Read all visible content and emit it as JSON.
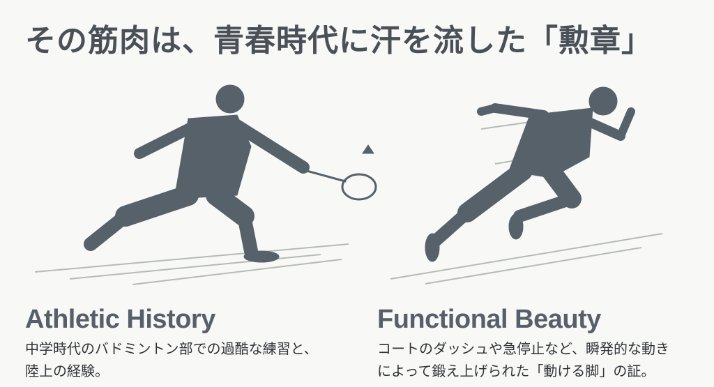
{
  "title": "その筋肉は、青春時代に汗を流した「勲章」",
  "colors": {
    "silhouette": "#56616a",
    "speedlines": "#8a9488",
    "background": "#f8f8f6"
  },
  "panels": [
    {
      "heading": "Athletic History",
      "desc_line1": "中学時代のバドミントン部での過酷な練習と、",
      "desc_line2": "陸上の経験。",
      "image": "badminton-player-silhouette"
    },
    {
      "heading": "Functional Beauty",
      "desc_line1": "コートのダッシュや急停止など、瞬発的な動き",
      "desc_line2": "によって鍛え上げられた「動ける脚」の証。",
      "image": "sprinter-silhouette"
    }
  ]
}
